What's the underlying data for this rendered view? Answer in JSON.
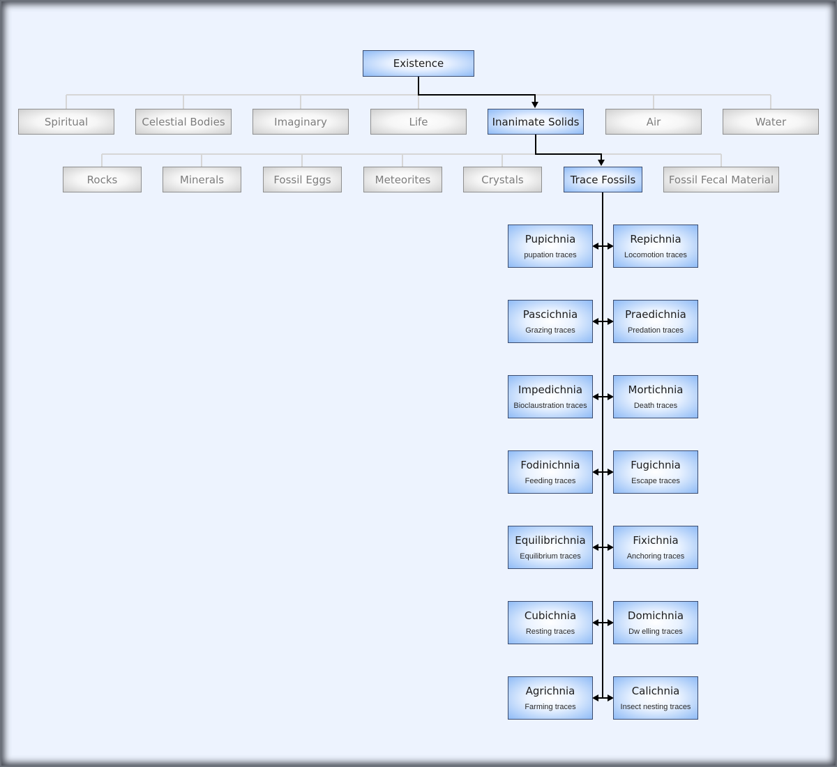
{
  "root": {
    "label": "Existence"
  },
  "level1": [
    {
      "label": "Spiritual",
      "active": false
    },
    {
      "label": "Celestial Bodies",
      "active": false
    },
    {
      "label": "Imaginary",
      "active": false
    },
    {
      "label": "Life",
      "active": false
    },
    {
      "label": "Inanimate Solids",
      "active": true
    },
    {
      "label": "Air",
      "active": false
    },
    {
      "label": "Water",
      "active": false
    }
  ],
  "level2": [
    {
      "label": "Rocks",
      "active": false
    },
    {
      "label": "Minerals",
      "active": false
    },
    {
      "label": "Fossil Eggs",
      "active": false
    },
    {
      "label": "Meteorites",
      "active": false
    },
    {
      "label": "Crystals",
      "active": false
    },
    {
      "label": "Trace Fossils",
      "active": true
    },
    {
      "label": "Fossil Fecal Material",
      "active": false
    }
  ],
  "leaves": [
    {
      "name": "Pupichnia",
      "desc": "pupation traces"
    },
    {
      "name": "Repichnia",
      "desc": "Locomotion traces"
    },
    {
      "name": "Pascichnia",
      "desc": "Grazing traces"
    },
    {
      "name": "Praedichnia",
      "desc": "Predation traces"
    },
    {
      "name": "Impedichnia",
      "desc": "Bioclaustration traces"
    },
    {
      "name": "Mortichnia",
      "desc": "Death traces"
    },
    {
      "name": "Fodinichnia",
      "desc": "Feeding traces"
    },
    {
      "name": "Fugichnia",
      "desc": "Escape traces"
    },
    {
      "name": "Equilibrichnia",
      "desc": "Equilibrium traces"
    },
    {
      "name": "Fixichnia",
      "desc": "Anchoring traces"
    },
    {
      "name": "Cubichnia",
      "desc": "Resting traces"
    },
    {
      "name": "Domichnia",
      "desc": "Dw elling traces"
    },
    {
      "name": "Agrichnia",
      "desc": "Farming traces"
    },
    {
      "name": "Calichnia",
      "desc": "Insect nesting traces"
    }
  ],
  "colors": {
    "active_fill": "#8fbbf6",
    "inactive_fill": "#cfcfcf",
    "inactive_text": "#7d7d7d",
    "active_line": "#000000",
    "inactive_line": "#d6d6d6",
    "background": "#edf3fe"
  }
}
